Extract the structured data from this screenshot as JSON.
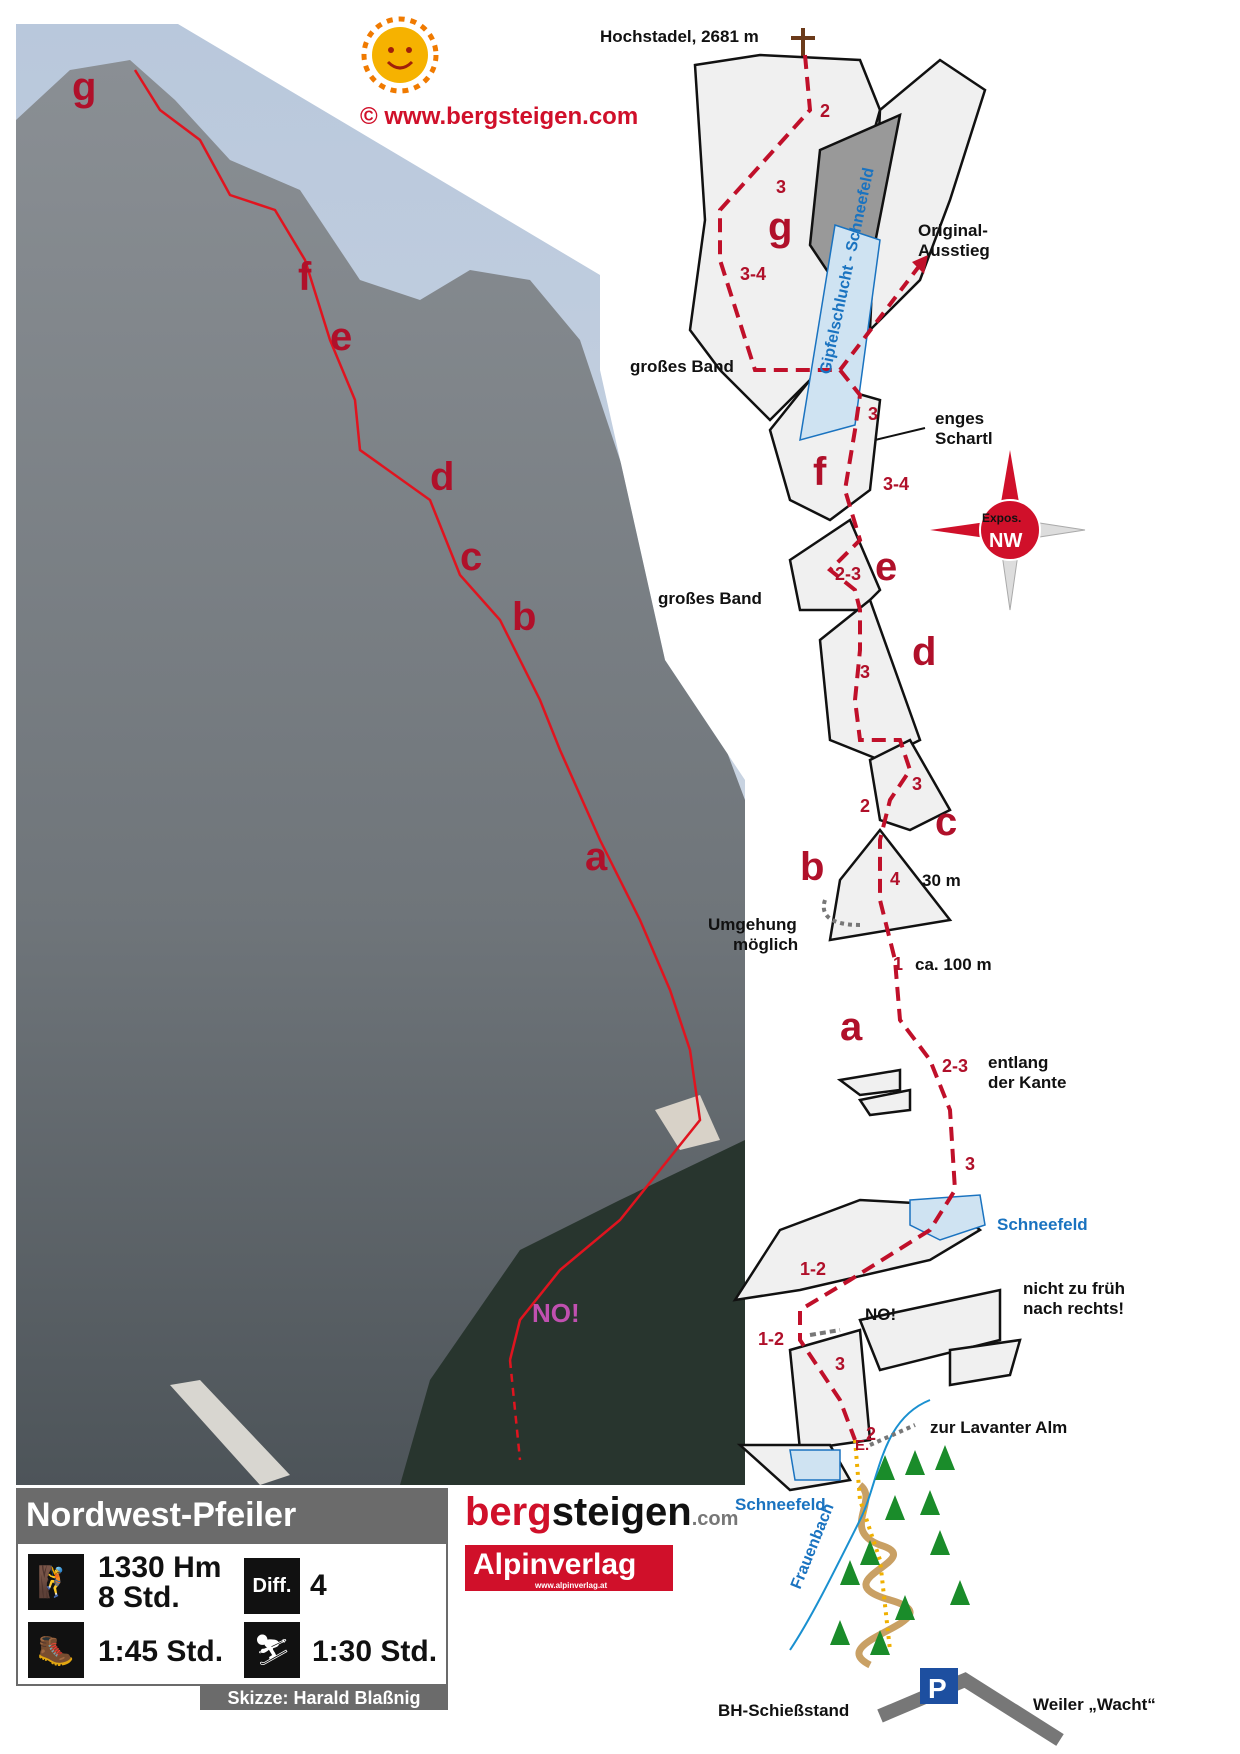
{
  "header": {
    "website": "© www.bergsteigen.com",
    "summit": "Hochstadel, 2681 m"
  },
  "photo": {
    "sections": [
      "g",
      "f",
      "e",
      "d",
      "c",
      "b",
      "a"
    ],
    "no_label": "NO!"
  },
  "topo": {
    "labels": {
      "original_exit": "Original-\nAusstieg",
      "original_exit_1": "Original-",
      "original_exit_2": "Ausstieg",
      "gully": "Gipfelschlucht - Schneefeld",
      "big_ledge_top": "großes Band",
      "narrow_notch_1": "enges",
      "narrow_notch_2": "Schartl",
      "big_ledge_mid": "großes Band",
      "bypass_1": "Umgehung",
      "bypass_2": "möglich",
      "length_30": "30 m",
      "length_100": "ca. 100 m",
      "along_edge_1": "entlang",
      "along_edge_2": "der Kante",
      "snowfield_upper": "Schneefeld",
      "not_too_early_1": "nicht zu früh",
      "not_too_early_2": "nach rechts!",
      "no": "NO!",
      "to_alm": "zur Lavanter Alm",
      "entry": "E.",
      "snowfield_lower": "Schneefeld",
      "stream": "Frauenbach",
      "shooting_range": "BH-Schießstand",
      "hamlet": "Weiler „Wacht“",
      "parking": "P"
    },
    "grades": [
      "2",
      "3",
      "3-4",
      "3",
      "3-4",
      "2-3",
      "3",
      "3",
      "2",
      "4",
      "1",
      "2-3",
      "3",
      "1-2",
      "1-2",
      "3",
      "2"
    ],
    "sections": {
      "g": "g",
      "f": "f",
      "e": "e",
      "d": "d",
      "c": "c",
      "b": "b",
      "a": "a"
    },
    "compass": {
      "line1": "Expos.",
      "line2": "NW"
    }
  },
  "info": {
    "title": "Nordwest-Pfeiler",
    "elevation": "1330 Hm",
    "duration": "8 Std.",
    "diff_label": "Diff.",
    "difficulty": "4",
    "approach": "1:45 Std.",
    "descent": "1:30 Std.",
    "credit": "Skizze: Harald Blaßnig"
  },
  "logos": {
    "brand_red": "berg",
    "brand_black": "steigen",
    "brand_tld": ".com",
    "publisher": "Alpinverlag",
    "publisher_url": "www.alpinverlag.at"
  },
  "colors": {
    "route": "#d0102a",
    "grade": "#b0102a",
    "water": "#1a73c0",
    "panel": "#6b6b6b"
  }
}
